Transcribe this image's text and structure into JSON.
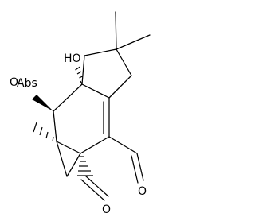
{
  "molecule": {
    "labels": {
      "hydroxyl_upper": "HO",
      "abs_marker": "Abs",
      "hydroxyl_left_o": "O",
      "carbonyl_right_o": "O",
      "carbonyl_bottom_o": "O"
    }
  }
}
